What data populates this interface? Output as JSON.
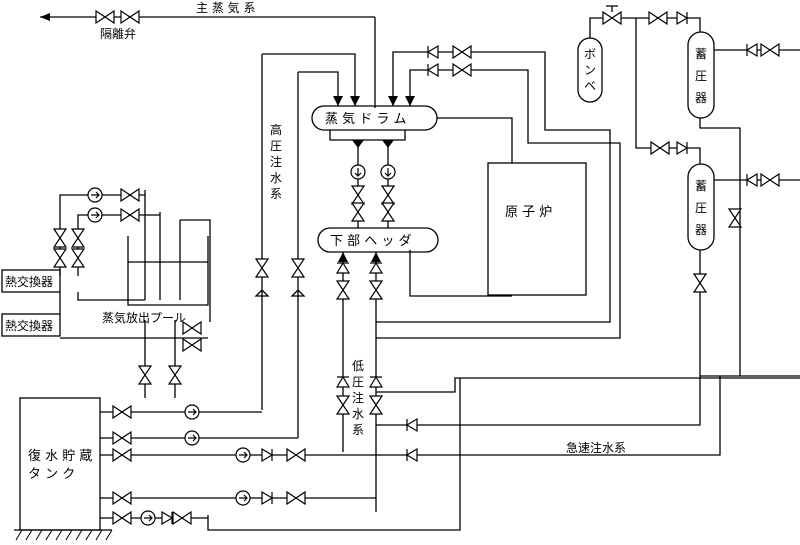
{
  "labels": {
    "main_steam": "主 蒸 気 系",
    "isolation_valve": "隔離弁",
    "steam_drum": "蒸 気 ド ラ ム",
    "lower_header": "下 部 ヘ ッ ダ",
    "reactor": "原 子 炉",
    "hp_injection": [
      "高",
      "圧",
      "注",
      "水",
      "系"
    ],
    "lp_injection": [
      "低",
      "圧",
      "注",
      "水",
      "系"
    ],
    "cylinder": [
      "ボ",
      "ン",
      "ベ"
    ],
    "accumulator_top": [
      "蓄",
      "圧",
      "器"
    ],
    "accumulator_mid": [
      "蓄",
      "圧",
      "器"
    ],
    "heat_exchanger_1": "熱交換器",
    "heat_exchanger_2": "熱交換器",
    "suppression_pool": "蒸気放出プール",
    "condensate_tank": [
      "復 水 貯 蔵",
      "タ ン ク"
    ],
    "ecc": "急速注水系"
  }
}
